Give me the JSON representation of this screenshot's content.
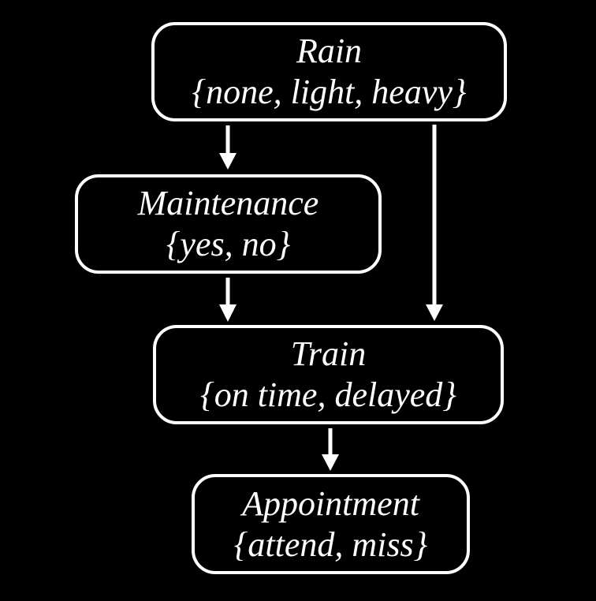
{
  "diagram": {
    "type": "bayesian-network",
    "colors": {
      "background": "#000000",
      "node_border": "#ffffff",
      "text": "#ffffff",
      "arrow": "#ffffff"
    },
    "nodes": {
      "rain": {
        "name": "Rain",
        "domain": "{none, light, heavy}"
      },
      "maintenance": {
        "name": "Maintenance",
        "domain": "{yes, no}"
      },
      "train": {
        "name": "Train",
        "domain": "{on time, delayed}"
      },
      "appointment": {
        "name": "Appointment",
        "domain": "{attend, miss}"
      }
    },
    "edges": [
      {
        "from": "Rain",
        "to": "Maintenance"
      },
      {
        "from": "Rain",
        "to": "Train"
      },
      {
        "from": "Maintenance",
        "to": "Train"
      },
      {
        "from": "Train",
        "to": "Appointment"
      }
    ]
  }
}
